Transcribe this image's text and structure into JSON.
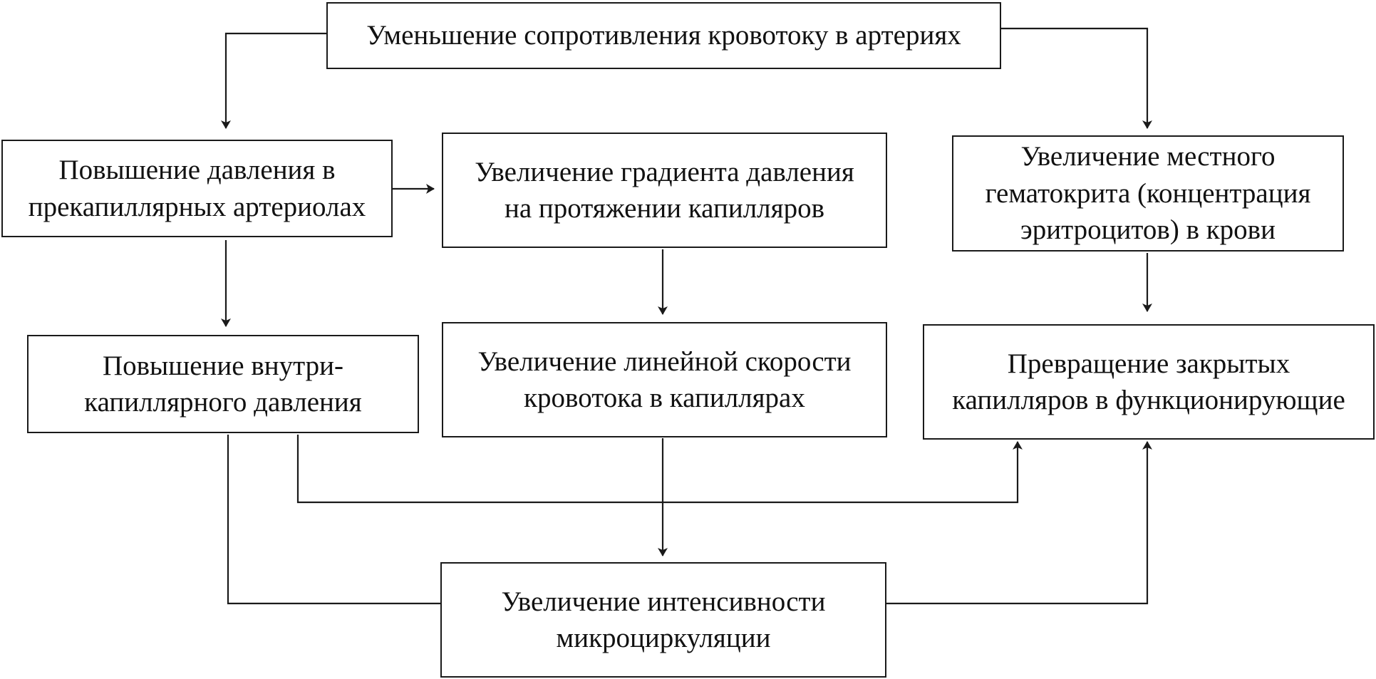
{
  "diagram": {
    "nodes": {
      "top": {
        "lines": [
          "Уменьшение сопротивления кровотоку в артериях"
        ]
      },
      "precap": {
        "lines": [
          "Повышение давления в",
          "прекапиллярных артериолах"
        ]
      },
      "gradient": {
        "lines": [
          "Увеличение градиента давления",
          "на протяжении капилляров"
        ]
      },
      "hematocrit": {
        "lines": [
          "Увеличение местного",
          "гематокрита (концентрация",
          "эритроцитов) в крови"
        ]
      },
      "intracap": {
        "lines": [
          "Повышение внутри-",
          "капиллярного давления"
        ]
      },
      "velocity": {
        "lines": [
          "Увеличение линейной скорости",
          "кровотока в капиллярах"
        ]
      },
      "transform": {
        "lines": [
          "Превращение закрытых",
          "капилляров в функционирующие"
        ]
      },
      "microcirc": {
        "lines": [
          "Увеличение интенсивности",
          "микроциркуляции"
        ]
      }
    },
    "edges": [
      {
        "from": "top",
        "to": "precap"
      },
      {
        "from": "top",
        "to": "hematocrit"
      },
      {
        "from": "precap",
        "to": "gradient"
      },
      {
        "from": "precap",
        "to": "intracap"
      },
      {
        "from": "gradient",
        "to": "velocity"
      },
      {
        "from": "hematocrit",
        "to": "transform"
      },
      {
        "from": "velocity",
        "to": "microcirc"
      },
      {
        "from": "intracap",
        "to": "transform"
      },
      {
        "from": "intracap",
        "to": "microcirc"
      },
      {
        "from": "microcirc",
        "to": "transform"
      }
    ]
  }
}
